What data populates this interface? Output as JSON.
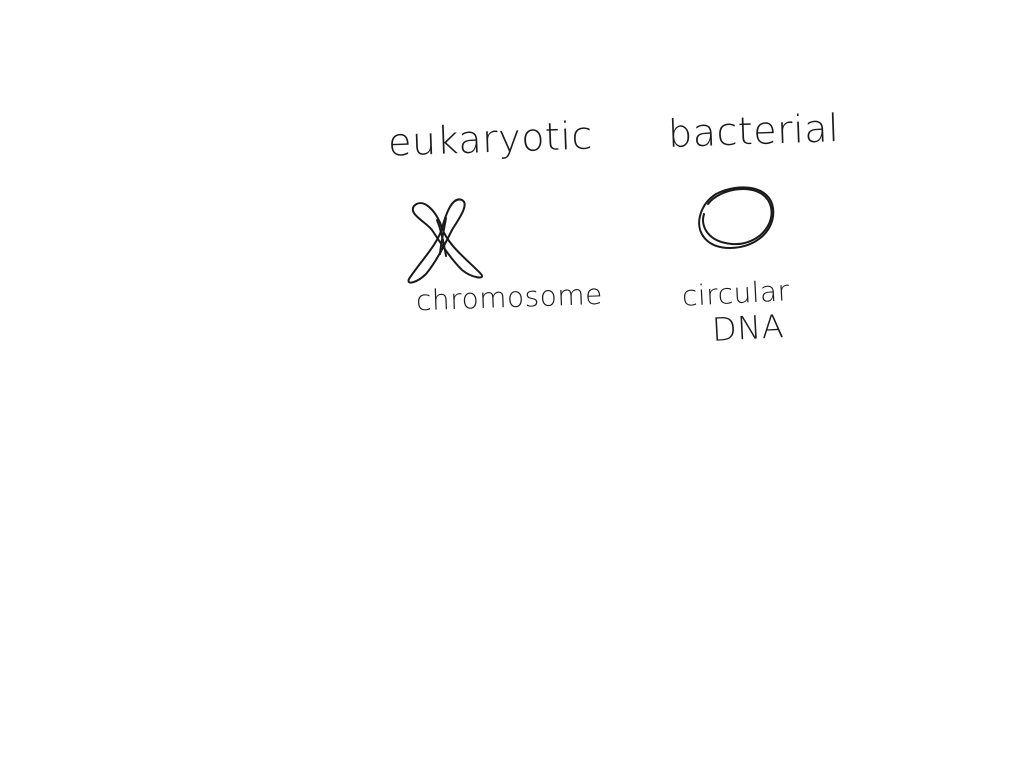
{
  "diagram": {
    "eukaryotic": {
      "heading": "eukaryotic",
      "caption": "chromosome",
      "icon": "chromosome-icon"
    },
    "bacterial": {
      "heading": "bacterial",
      "caption_line1": "circular",
      "caption_line2": "DNA",
      "icon": "circular-dna-icon"
    },
    "ink_color": "#1a1a1a",
    "background_color": "#ffffff"
  }
}
